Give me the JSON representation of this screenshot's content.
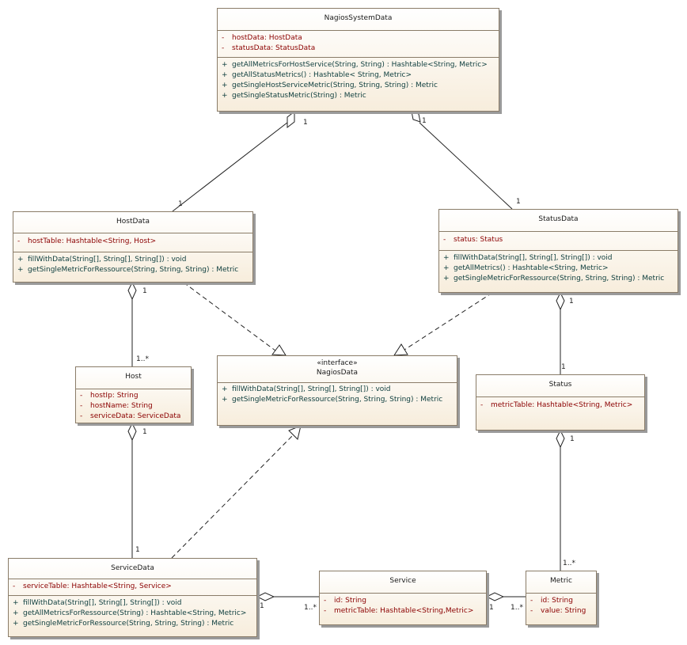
{
  "diagram": {
    "classes": {
      "nagiosSystemData": {
        "name": "NagiosSystemData",
        "attributes": [
          {
            "vis": "-",
            "text": "hostData:  HostData"
          },
          {
            "vis": "-",
            "text": "statusData:  StatusData"
          }
        ],
        "operations": [
          {
            "vis": "+",
            "text": "getAllMetricsForHostService(String, String) : Hashtable<String, Metric>"
          },
          {
            "vis": "+",
            "text": "getAllStatusMetrics() : Hashtable< String, Metric>"
          },
          {
            "vis": "+",
            "text": "getSingleHostServiceMetric(String, String, String) : Metric"
          },
          {
            "vis": "+",
            "text": "getSingleStatusMetric(String) : Metric"
          }
        ]
      },
      "hostData": {
        "name": "HostData",
        "attributes": [
          {
            "vis": "-",
            "text": "hostTable:  Hashtable<String, Host>"
          }
        ],
        "operations": [
          {
            "vis": "+",
            "text": "fillWithData(String[], String[], String[]) : void"
          },
          {
            "vis": "+",
            "text": "getSingleMetricForRessource(String, String, String) : Metric"
          }
        ]
      },
      "statusData": {
        "name": "StatusData",
        "attributes": [
          {
            "vis": "-",
            "text": "status:  Status"
          }
        ],
        "operations": [
          {
            "vis": "+",
            "text": "fillWithData(String[], String[], String[]) : void"
          },
          {
            "vis": "+",
            "text": "getAllMetrics() : Hashtable<String, Metric>"
          },
          {
            "vis": "+",
            "text": "getSingleMetricForRessource(String, String, String) : Metric"
          }
        ]
      },
      "nagiosData": {
        "stereotype": "«interface»",
        "name": "NagiosData",
        "operations": [
          {
            "vis": "+",
            "text": "fillWithData(String[], String[], String[]) : void"
          },
          {
            "vis": "+",
            "text": "getSingleMetricForRessource(String, String, String) : Metric"
          }
        ]
      },
      "host": {
        "name": "Host",
        "attributes": [
          {
            "vis": "-",
            "text": "hostIp:  String"
          },
          {
            "vis": "-",
            "text": "hostName:  String"
          },
          {
            "vis": "-",
            "text": "serviceData:  ServiceData"
          }
        ]
      },
      "status": {
        "name": "Status",
        "attributes": [
          {
            "vis": "-",
            "text": "metricTable:  Hashtable<String, Metric>"
          }
        ]
      },
      "serviceData": {
        "name": "ServiceData",
        "attributes": [
          {
            "vis": "-",
            "text": "serviceTable:  Hashtable<String, Service>"
          }
        ],
        "operations": [
          {
            "vis": "+",
            "text": "fillWithData(String[], String[], String[]) : void"
          },
          {
            "vis": "+",
            "text": "getAllMetricsForRessource(String) : Hashtable<String, Metric>"
          },
          {
            "vis": "+",
            "text": "getSingleMetricForRessource(String, String, String) : Metric"
          }
        ]
      },
      "service": {
        "name": "Service",
        "attributes": [
          {
            "vis": "-",
            "text": "id:  String"
          },
          {
            "vis": "-",
            "text": "metricTable:  Hashtable<String,Metric>"
          }
        ]
      },
      "metric": {
        "name": "Metric",
        "attributes": [
          {
            "vis": "-",
            "text": "id:  String"
          },
          {
            "vis": "-",
            "text": "value:  String"
          }
        ]
      }
    },
    "multiplicities": {
      "nsd_hd_src": "1",
      "nsd_hd_dst": "1",
      "nsd_sd_src": "1",
      "nsd_sd_dst": "1",
      "hd_host_src": "1",
      "hd_host_dst": "1..*",
      "sd_status_src": "1",
      "sd_status_dst": "1",
      "host_svcdata_src": "1",
      "host_svcdata_dst": "1",
      "status_metric_src": "1",
      "status_metric_dst": "1..*",
      "svcdata_service_src": "1",
      "svcdata_service_dst": "1..*",
      "service_metric_src": "1",
      "service_metric_dst": "1..*"
    },
    "colors": {
      "attribute": "#8b0000",
      "operation": "#0d3d3d",
      "border": "#8a7c68",
      "fill_bottom": "#f7eddc"
    }
  }
}
